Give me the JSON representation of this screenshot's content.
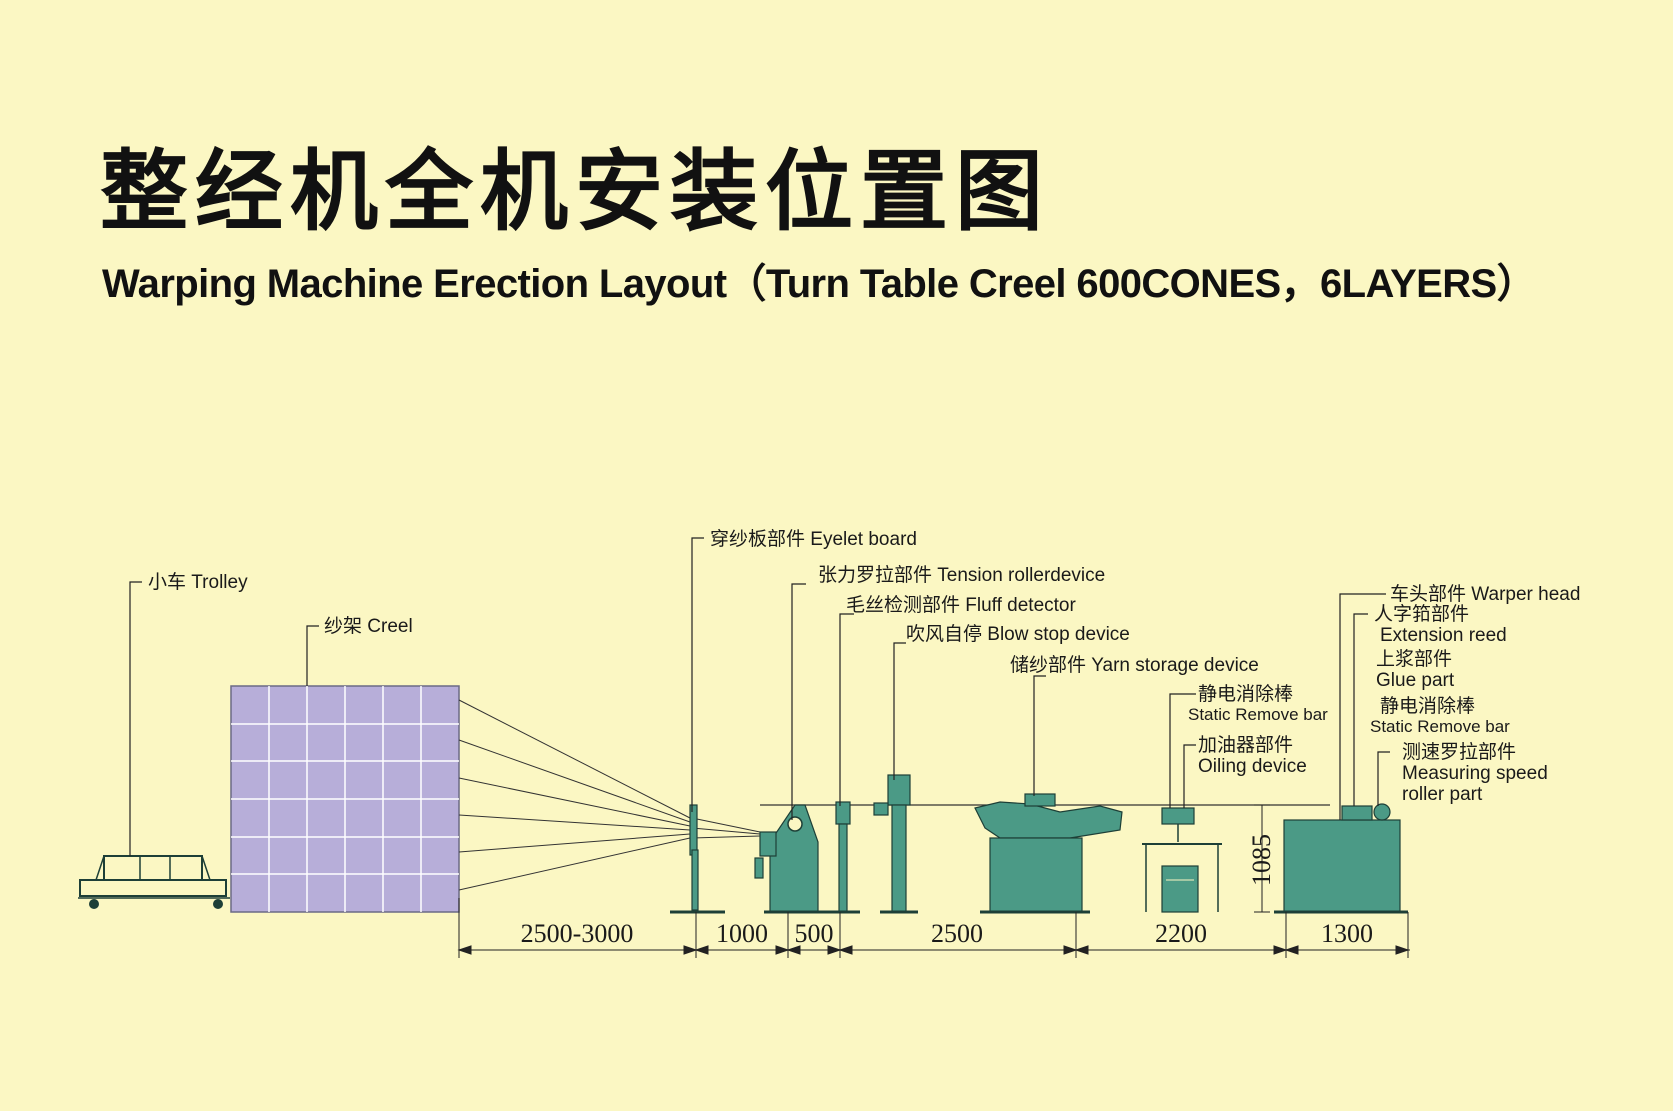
{
  "title_zh": "整经机全机安装位置图",
  "title_en": "Warping Machine Erection Layout（Turn Table Creel 600CONES，6LAYERS）",
  "colors": {
    "background": "#fbf7c3",
    "creel_fill": "#b7aed9",
    "machine_fill": "#4b9a86",
    "line": "#222222"
  },
  "labels": {
    "trolley": "小车 Trolley",
    "creel": "纱架 Creel",
    "eyelet": "穿纱板部件 Eyelet board",
    "tension": "张力罗拉部件 Tension rollerdevice",
    "fluff": "毛丝检测部件 Fluff detector",
    "blow": "吹风自停 Blow stop device",
    "storage": "储纱部件 Yarn storage device",
    "static1_zh": "静电消除棒",
    "static1_en": "Static Remove bar",
    "oiling_zh": "加油器部件",
    "oiling_en": "Oiling device",
    "head": "车头部件 Warper head",
    "reed_zh": "人字筘部件",
    "reed_en": "Extension reed",
    "glue_zh": "上浆部件",
    "glue_en": "Glue part",
    "static2_zh": "静电消除棒",
    "static2_en": "Static Remove bar",
    "measure_zh": "测速罗拉部件",
    "measure_en1": "Measuring speed",
    "measure_en2": "roller part"
  },
  "dimensions": {
    "d1": "2500-3000",
    "d2": "1000",
    "d3": "500",
    "d4": "2500",
    "d5": "2200",
    "d6": "1300",
    "height": "1085"
  }
}
